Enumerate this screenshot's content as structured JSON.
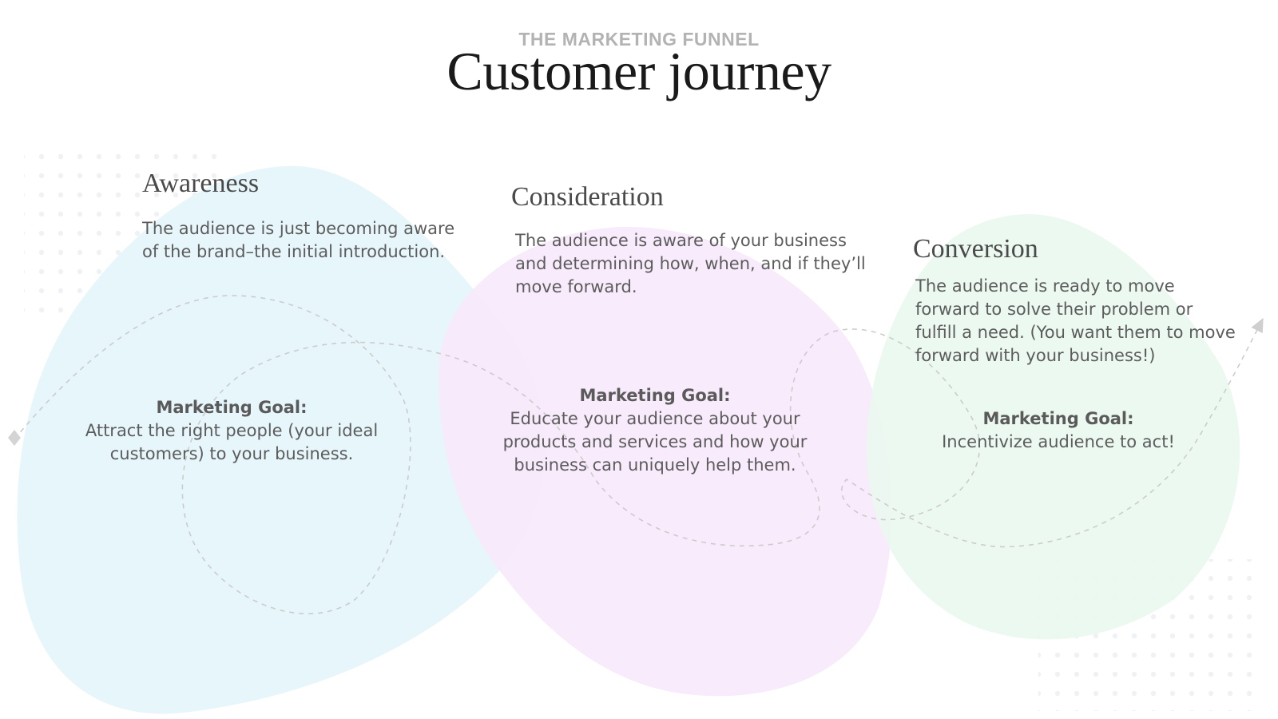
{
  "header": {
    "eyebrow": "THE MARKETING FUNNEL",
    "title": "Customer journey"
  },
  "stages": [
    {
      "name": "Awareness",
      "description": "The audience is just becoming aware of the brand–the initial introduction.",
      "goal_label": "Marketing Goal:",
      "goal_text": "Attract the right people (your ideal customers) to your business.",
      "color": "#e6f6fb"
    },
    {
      "name": "Consideration",
      "description": "The audience is aware of your business and determining how, when, and if they’ll move forward.",
      "goal_label": "Marketing Goal:",
      "goal_text": "Educate your audience about your products and services and how your business can uniquely help them.",
      "color": "#f7e9fb"
    },
    {
      "name": "Conversion",
      "description": "The audience is ready to move forward to solve their problem or fulfill a need. (You want them to move forward with your business!)",
      "goal_label": "Marketing Goal:",
      "goal_text": "Incentivize audience to act!",
      "color": "#eaf8ef"
    }
  ],
  "colors": {
    "path_stroke": "#c9c9c9",
    "dots": "#eef2f4"
  }
}
